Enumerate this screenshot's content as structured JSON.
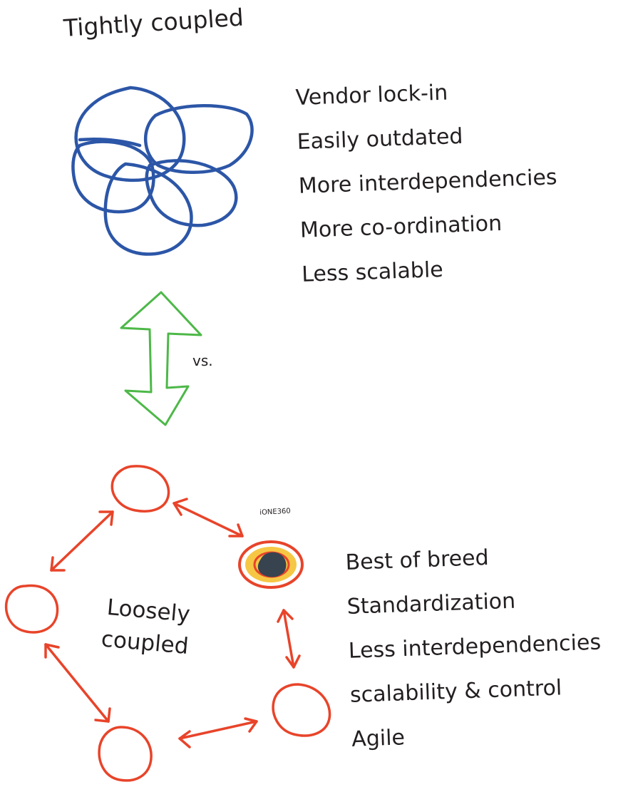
{
  "diagram": {
    "tight_title": "Tightly coupled",
    "tight_points": [
      "Vendor lock-in",
      "Easily outdated",
      "More interdependencies",
      "More co-ordination",
      "Less scalable"
    ],
    "versus_label": "vs.",
    "loose_title_line1": "Loosely",
    "loose_title_line2": "coupled",
    "highlight_node_label": "iONE360",
    "loose_points": [
      "Best of breed",
      "Standardization",
      "Less interdependencies",
      "scalability & control",
      "Agile"
    ]
  },
  "colors": {
    "tight_loops": "#2c56a7",
    "versus_arrow": "#4db848",
    "loose_nodes": "#e8442a",
    "highlight_ring": "#f6c744",
    "highlight_core": "#37434f",
    "text": "#231f20"
  }
}
